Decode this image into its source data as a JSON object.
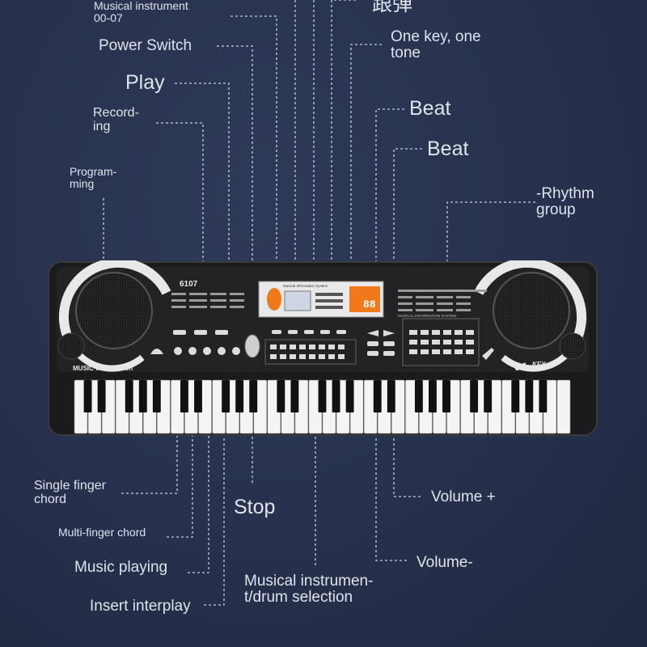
{
  "labels": {
    "musical_instrument": "Musical instrument\n00-07",
    "power_switch": "Power Switch",
    "play": "Play",
    "recording": "Record-\ning",
    "programming": "Program-\nming",
    "chinese_follow": "跟弹",
    "one_key_one_tone": "One key, one\ntone",
    "beat_1": "Beat",
    "beat_2": "Beat",
    "rhythm_group": "-Rhythm\ngroup",
    "single_finger_chord": "Single finger\nchord",
    "multi_finger_chord": "Multi-finger chord",
    "music_playing": "Music playing",
    "insert_interplay": "Insert interplay",
    "stop": "Stop",
    "instrument_drum_selection": "Musical instrumen-\nt/drum selection",
    "volume_plus": "Volume +",
    "volume_minus": "Volume-"
  },
  "keyboard": {
    "model": "6107",
    "brand": "MUSIC Workstation",
    "key_count": "61",
    "key_label": "KEY",
    "display_title": "Musical Information System",
    "display_digits": "88",
    "panel_right_title": "MUSICAL INFORMATION SYSTEM",
    "white_keys": 36
  },
  "colors": {
    "background": "#27314d",
    "label_text": "#dfe3ec",
    "leader_line": "#c9ced9",
    "keyboard_body": "#1b1b1d",
    "display_orange": "#f07a1a"
  }
}
